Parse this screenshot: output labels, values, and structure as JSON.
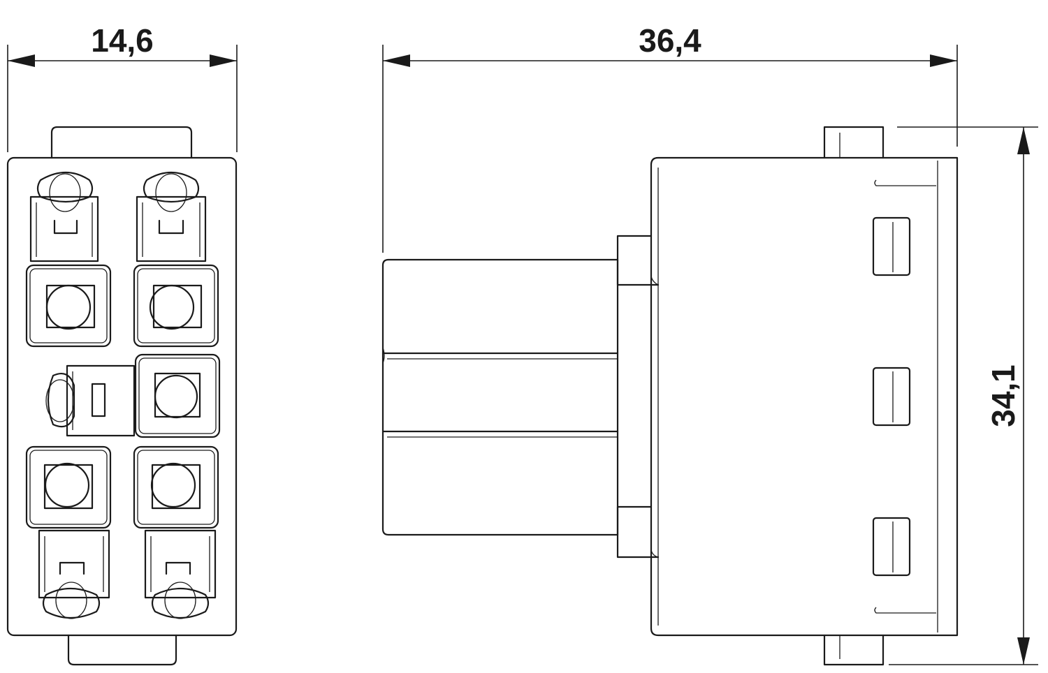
{
  "dimensions": {
    "front_width": "14,6",
    "side_length": "36,4",
    "side_height": "34,1"
  }
}
